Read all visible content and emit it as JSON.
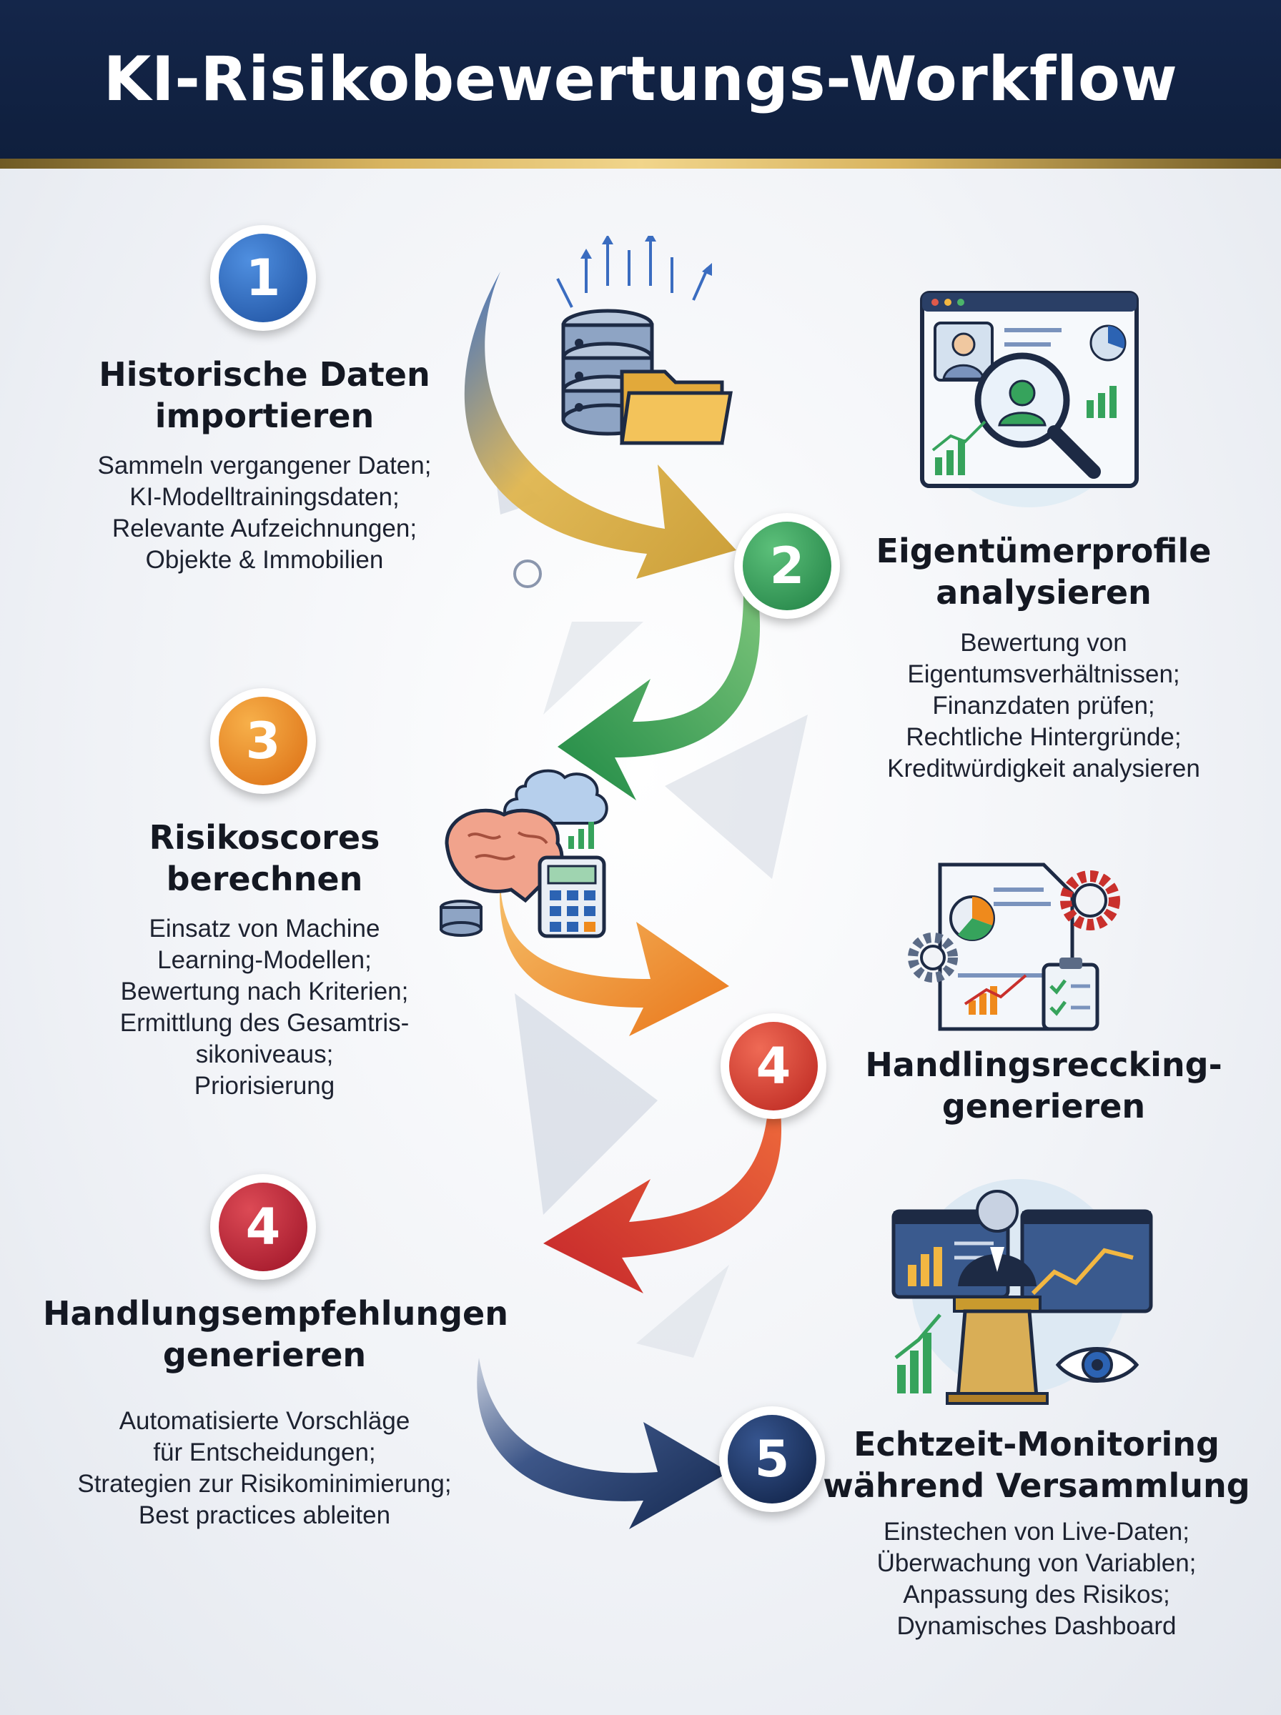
{
  "title": "KI-Risikobewertungs-Workflow",
  "colors": {
    "header_bg": "#0f1f3d",
    "gold": "#d8b460",
    "blue": "#2c63b3",
    "green": "#2f9a52",
    "orange": "#ef8a1c",
    "red": "#c9302c",
    "crimson": "#b3192e",
    "navy": "#13284f"
  },
  "steps": [
    {
      "number": "1",
      "title": [
        "Historische Daten",
        "importieren"
      ],
      "lines": [
        "Sammeln vergangener Daten;",
        "KI-Modelltrainingsdaten;",
        "Relevante Aufzeichnungen;",
        "Objekte & Immobilien"
      ],
      "icon": "database-folder-icon"
    },
    {
      "number": "2",
      "title": [
        "Eigentümerprofile",
        "analysieren"
      ],
      "lines": [
        "Bewertung von",
        "Eigentumsverhältnissen;",
        "Finanzdaten prüfen;",
        "Rechtliche Hintergründe;",
        "Kreditwürdigkeit analysieren"
      ],
      "icon": "profile-magnifier-icon"
    },
    {
      "number": "3",
      "title": [
        "Risikoscores",
        "berechnen"
      ],
      "lines": [
        "Einsatz von Machine",
        "Learning-Modellen;",
        "Bewertung nach Kriterien;",
        "Ermittlung des Gesamtris-",
        "sikoniveaus;",
        "Priorisierung"
      ],
      "icon": "brain-calculator-icon"
    },
    {
      "number": "4",
      "title": [
        "Handlingsreccking-",
        "generieren"
      ],
      "lines": [],
      "icon": "report-gears-icon"
    },
    {
      "number": "4",
      "title": [
        "Handlungsempfehlungen",
        "generieren"
      ],
      "lines": [
        "Automatisierte Vorschläge",
        "für Entscheidungen;",
        "Strategien zur Risikominimierung;",
        "Best practices ableiten"
      ],
      "icon": ""
    },
    {
      "number": "5",
      "title": [
        "Echtzeit-Monitoring",
        "während Versammlung"
      ],
      "lines": [
        "Einstechen von Live-Daten;",
        "Überwachung von Variablen;",
        "Anpassung des Risikos;",
        "Dynamisches Dashboard"
      ],
      "icon": "presenter-dashboard-icon"
    }
  ]
}
